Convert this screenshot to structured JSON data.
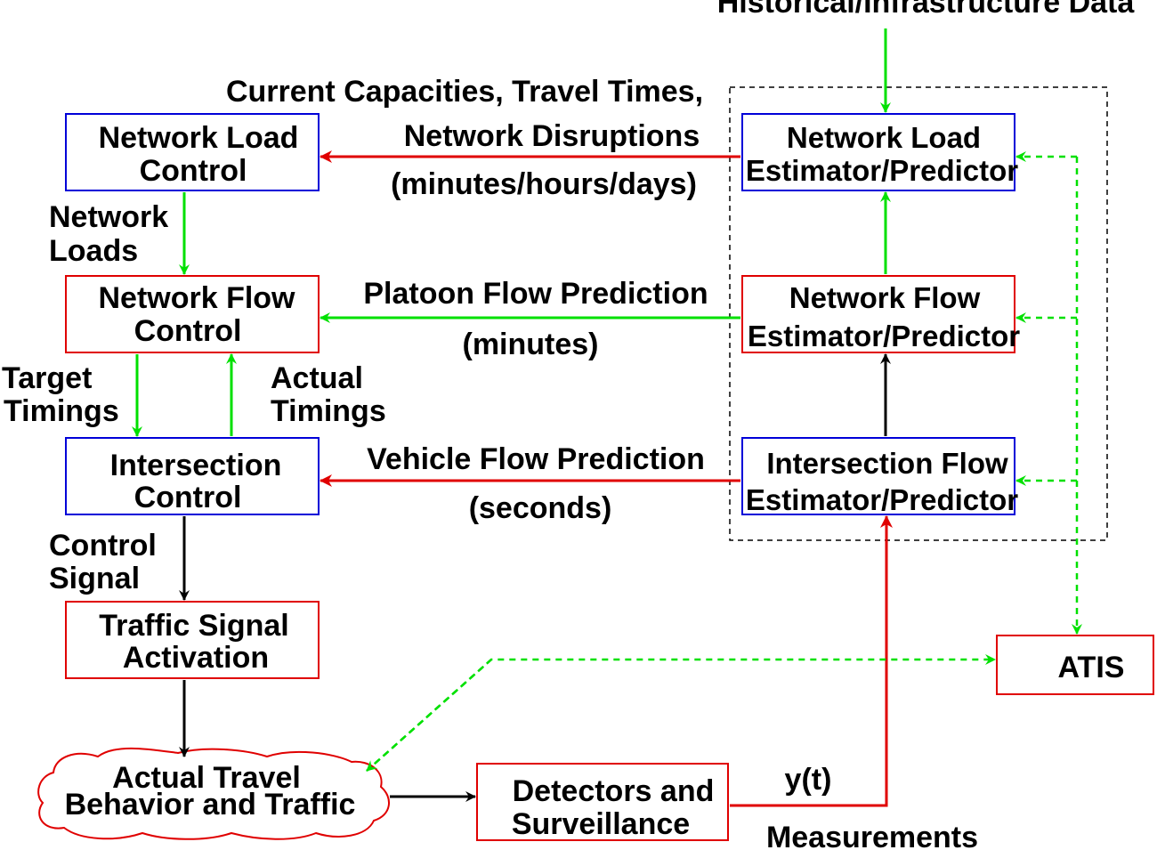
{
  "colors": {
    "blue": "#0000d8",
    "red": "#e00000",
    "green": "#00e000",
    "black": "#000000"
  },
  "nodes": {
    "network_load_control": [
      "Network Load",
      "Control"
    ],
    "network_flow_control": [
      "Network Flow",
      "Control"
    ],
    "intersection_control": [
      "Intersection",
      "Control"
    ],
    "traffic_signal_activation": [
      "Traffic Signal",
      "Activation"
    ],
    "actual_travel": [
      "Actual Travel",
      "Behavior and Traffic"
    ],
    "detectors": [
      "Detectors and",
      "Surveillance"
    ],
    "atis": "ATIS",
    "network_load_estimator": [
      "Network Load",
      "Estimator/Predictor"
    ],
    "network_flow_estimator": [
      "Network Flow",
      "Estimator/Predictor"
    ],
    "intersection_flow_estimator": [
      "Intersection Flow",
      "Estimator/Predictor"
    ]
  },
  "labels": {
    "historical": "Historical/Infrastructure Data",
    "current_capacities": "Current Capacities, Travel Times,",
    "network_disruptions": "Network Disruptions",
    "minutes_hours_days": "(minutes/hours/days)",
    "network_loads": [
      "Network",
      "Loads"
    ],
    "platoon_flow": "Platoon Flow Prediction",
    "minutes": "(minutes)",
    "target_timings": [
      "Target",
      "Timings"
    ],
    "actual_timings": [
      "Actual",
      "Timings"
    ],
    "vehicle_flow": "Vehicle Flow Prediction",
    "seconds": "(seconds)",
    "control_signal": [
      "Control",
      "Signal"
    ],
    "yt": "y(t)",
    "measurements": "Measurements"
  }
}
